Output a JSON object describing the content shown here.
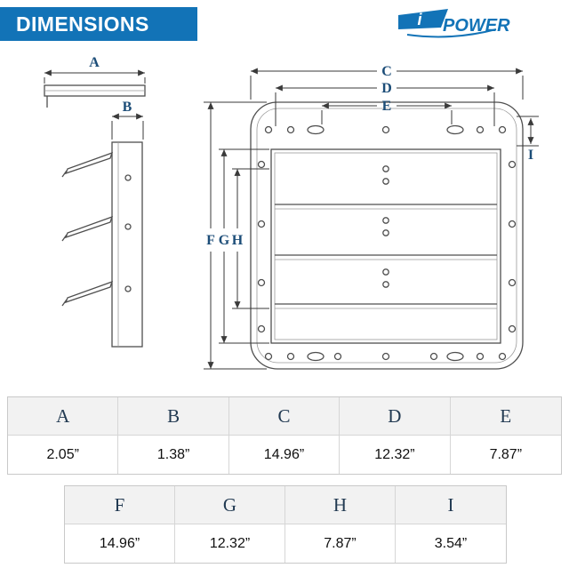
{
  "header": {
    "title": "DIMENSIONS"
  },
  "logo": {
    "i": "i",
    "power": "POWER"
  },
  "colors": {
    "brand_blue": "#1273b7",
    "label_blue": "#1c4d78"
  },
  "diagram": {
    "labels": {
      "a": "A",
      "b": "B",
      "c": "C",
      "d": "D",
      "e": "E",
      "f": "F",
      "g": "G",
      "h": "H",
      "i": "I"
    }
  },
  "tables": [
    {
      "headers": [
        "A",
        "B",
        "C",
        "D",
        "E"
      ],
      "values": [
        "2.05”",
        "1.38”",
        "14.96”",
        "12.32”",
        "7.87”"
      ]
    },
    {
      "headers": [
        "F",
        "G",
        "H",
        "I"
      ],
      "values": [
        "14.96”",
        "12.32”",
        "7.87”",
        "3.54”"
      ]
    }
  ]
}
